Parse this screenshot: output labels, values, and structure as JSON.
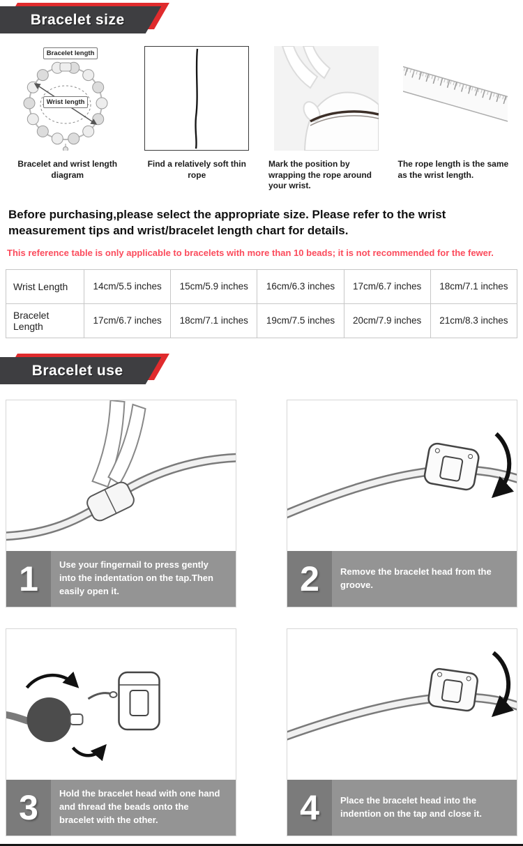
{
  "sections": {
    "size_title": "Bracelet size",
    "use_title": "Bracelet use"
  },
  "bracelet_labels": {
    "bracelet_length": "Bracelet length",
    "wrist_length": "Wrist length"
  },
  "measure_steps": [
    {
      "icon": "bracelet-diagram-icon",
      "caption": "Bracelet and wrist length diagram"
    },
    {
      "icon": "rope-icon",
      "caption": "Find a relatively soft thin rope"
    },
    {
      "icon": "wrist-wrap-icon",
      "caption": "Mark the position by wrapping the rope around your wrist."
    },
    {
      "icon": "ruler-icon",
      "caption": "The rope length is the same as the wrist length."
    }
  ],
  "intro": "Before purchasing,please select the appropriate size. Please refer to the wrist measurement tips and wrist/bracelet length chart for details.",
  "note": "This reference table is only applicable to bracelets with more than 10 beads; it is not recommended for the fewer.",
  "size_table": {
    "rows": [
      {
        "label": "Wrist Length",
        "values": [
          "14cm/5.5 inches",
          "15cm/5.9 inches",
          "16cm/6.3 inches",
          "17cm/6.7 inches",
          "18cm/7.1 inches"
        ]
      },
      {
        "label": "Bracelet Length",
        "values": [
          "17cm/6.7 inches",
          "18cm/7.1 inches",
          "19cm/7.5 inches",
          "20cm/7.9 inches",
          "21cm/8.3 inches"
        ]
      }
    ]
  },
  "use_steps": [
    {
      "number": "1",
      "icon": "press-clasp-icon",
      "caption": "Use your fingernail to press gently into the indentation on the tap.Then easily open it."
    },
    {
      "number": "2",
      "icon": "remove-head-icon",
      "caption": "Remove the bracelet head from the groove."
    },
    {
      "number": "3",
      "icon": "thread-beads-icon",
      "caption": "Hold the bracelet head with one hand and thread the beads onto the bracelet with the other."
    },
    {
      "number": "4",
      "icon": "close-head-icon",
      "caption": "Place the bracelet head into the indention on the tap and close it."
    }
  ],
  "colors": {
    "accent_red": "#e02b2d",
    "banner_dark": "#3e3e41",
    "note_pink": "#fb4b5c",
    "step_bar_gray": "#949494",
    "step_num_gray": "#7b7b7b"
  }
}
